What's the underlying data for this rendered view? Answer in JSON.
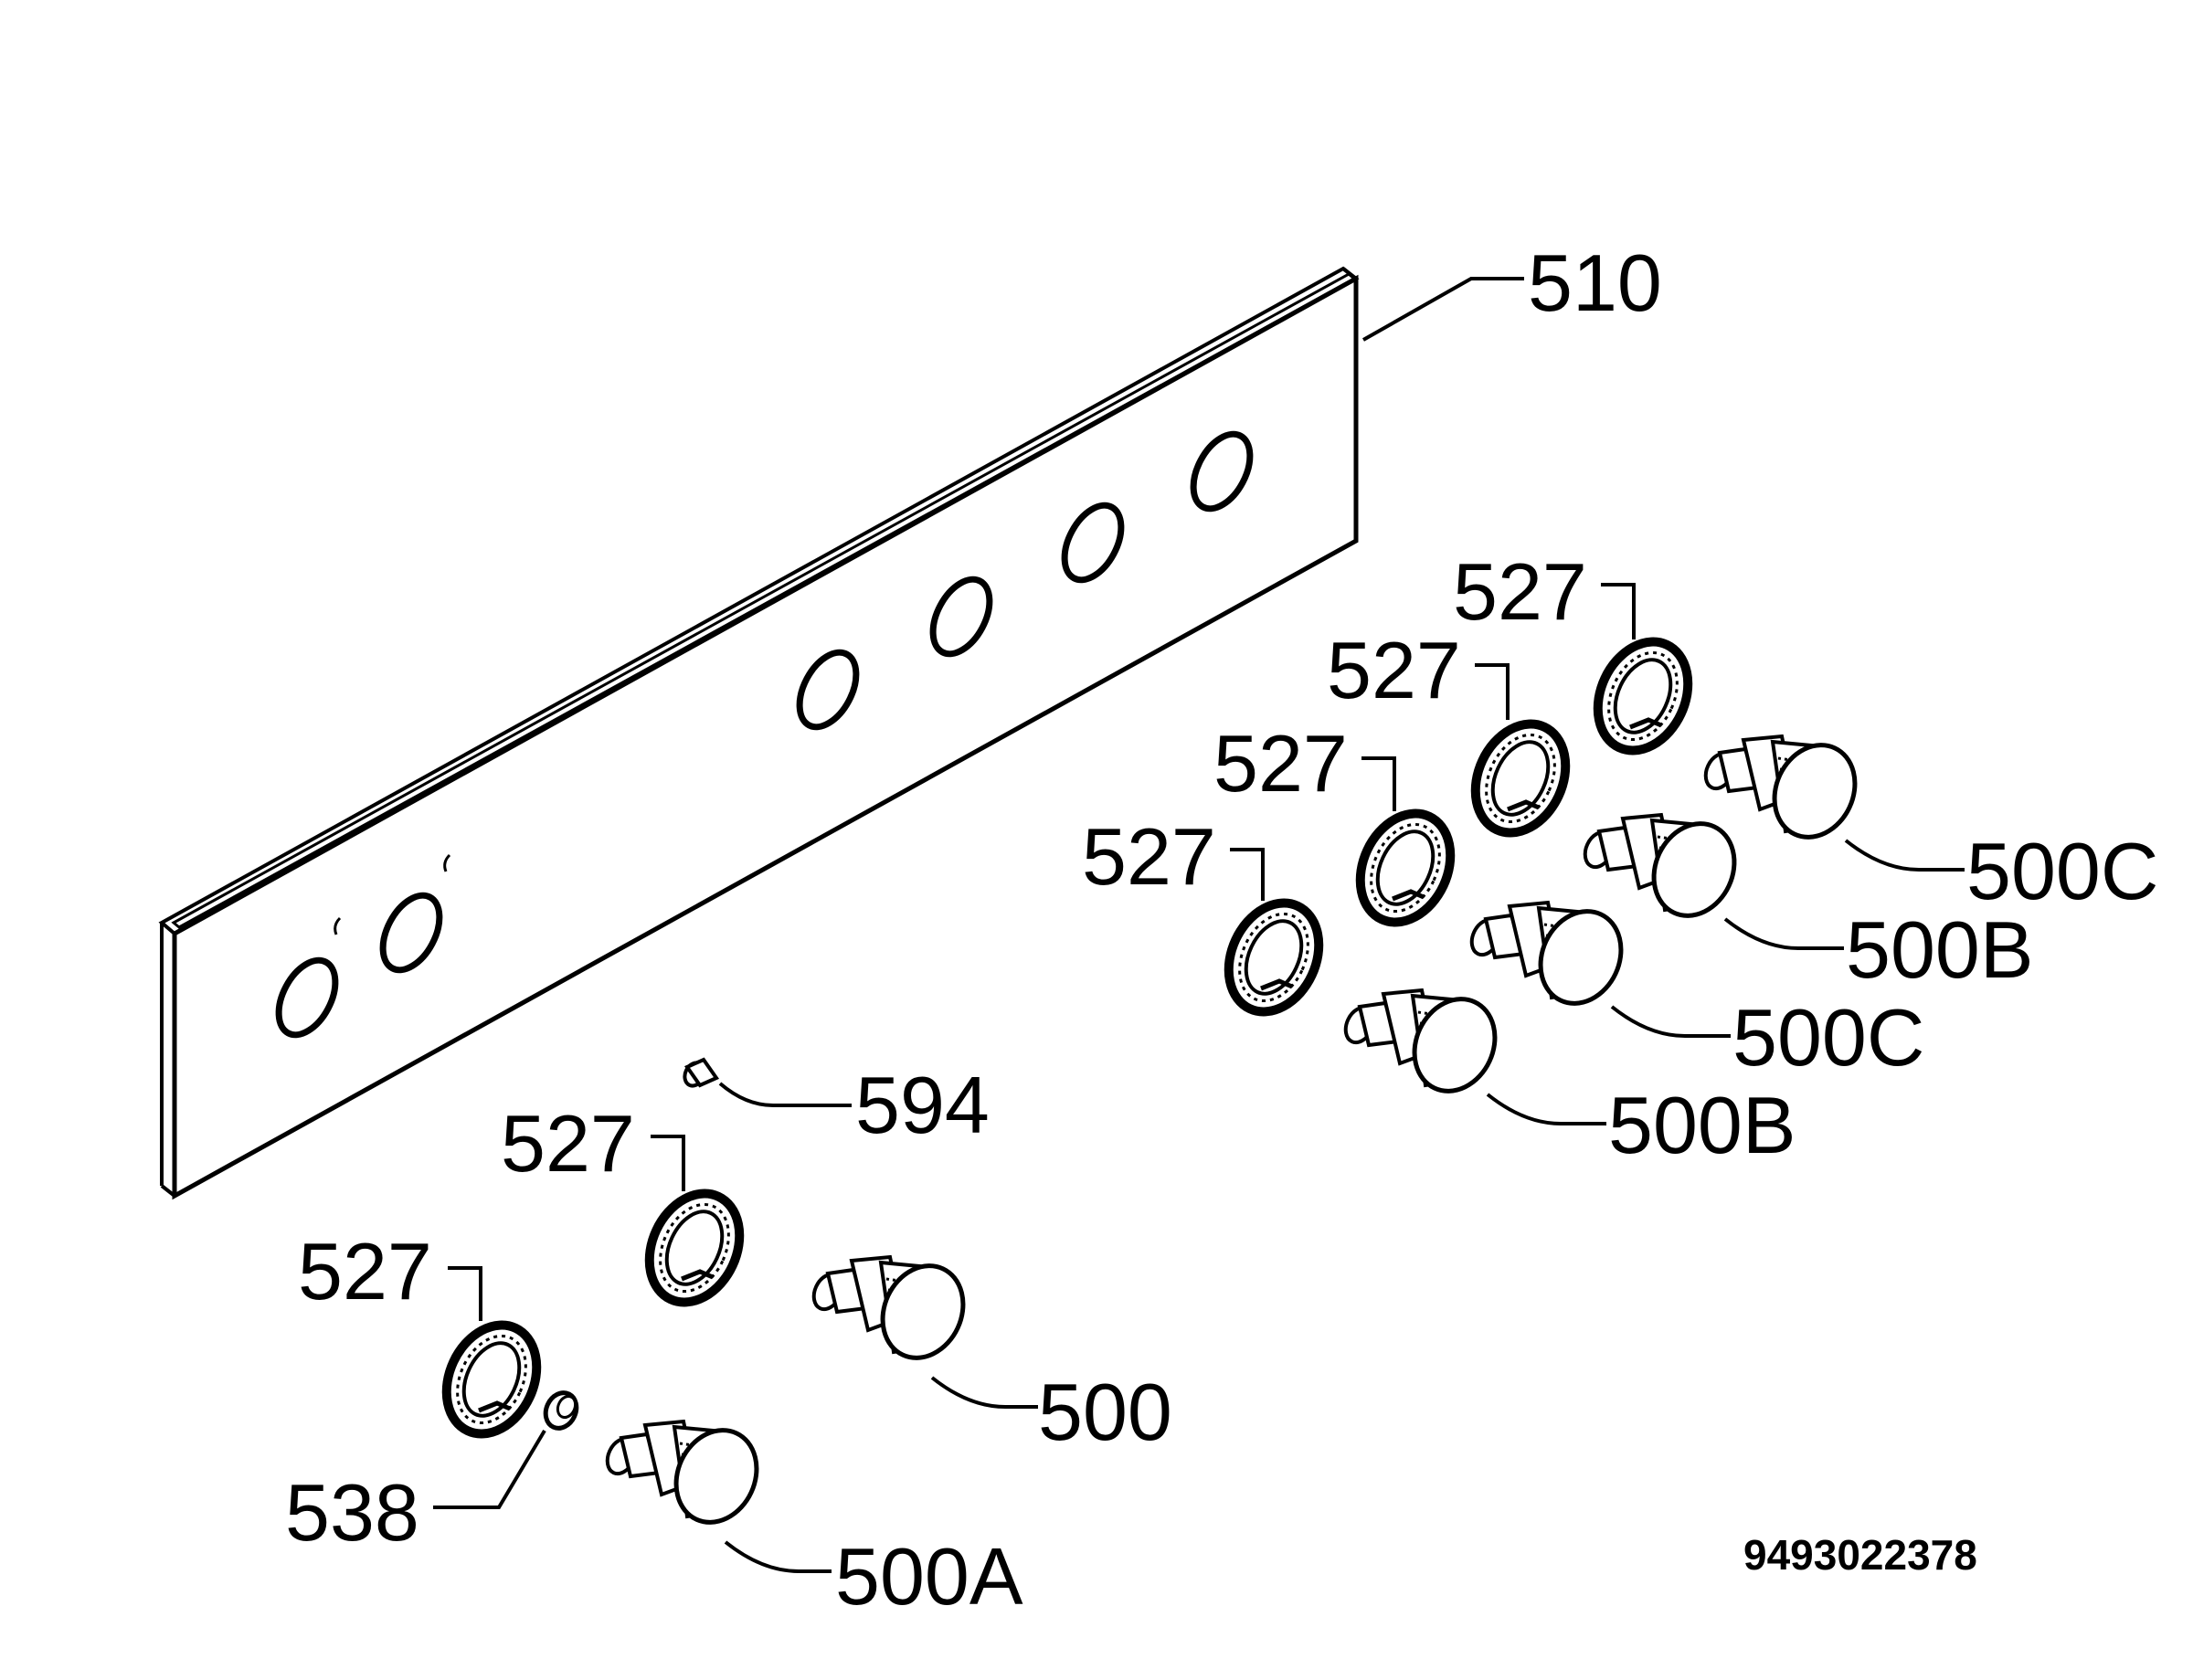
{
  "diagram": {
    "callouts": {
      "panel": "510",
      "pin": "594",
      "spacer": "538",
      "knob_main": "500",
      "knob_a": "500A",
      "knob_b1": "500B",
      "knob_b2": "500B",
      "knob_c1": "500C",
      "knob_c2": "500C",
      "ring1": "527",
      "ring2": "527",
      "ring3": "527",
      "ring4": "527",
      "ring5": "527",
      "ring6": "527"
    },
    "drawing_code": "9493022378",
    "colors": {
      "ink": "#000000",
      "paper": "#ffffff"
    }
  }
}
